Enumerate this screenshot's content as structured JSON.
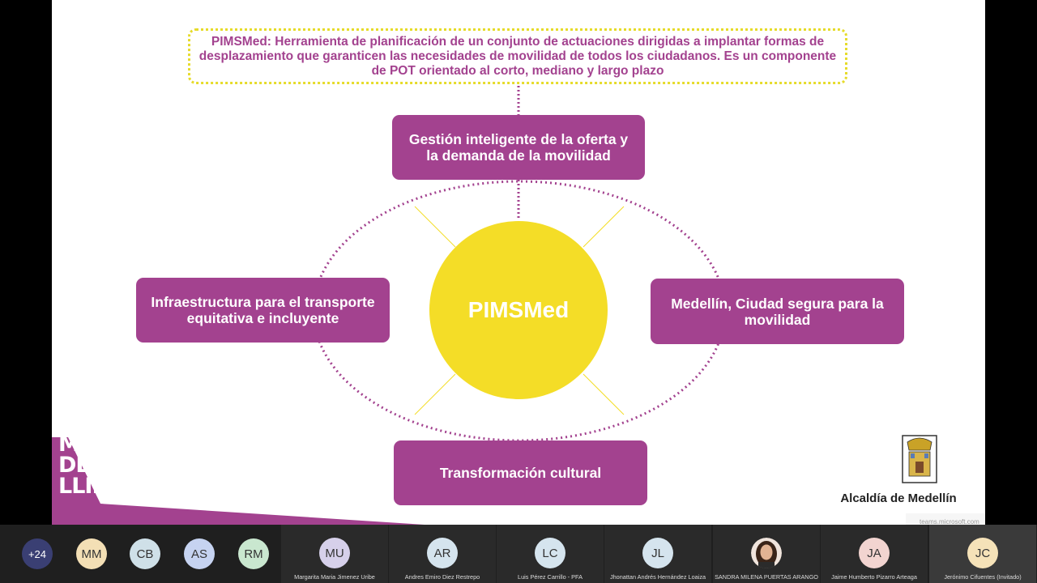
{
  "slide": {
    "banner_text": "PIMSMed: Herramienta de planificación de un conjunto de actuaciones dirigidas a implantar formas de desplazamiento que garanticen las necesidades de movilidad de todos los ciudadanos. Es un componente de POT orientado al corto, mediano y largo plazo",
    "center_label": "PIMSMed",
    "boxes": {
      "top": "Gestión inteligente de la oferta y la demanda de la movilidad",
      "left": "Infraestructura para el transporte equitativa e incluyente",
      "right": "Medellín, Ciudad segura para la movilidad",
      "bottom": "Transformación cultural"
    },
    "logo_left": "MEDELLÍN",
    "logo_right": "Alcaldía de Medellín",
    "teams_url": "teams.microsoft.com",
    "colors": {
      "purple": "#a3428f",
      "yellow": "#f4dd27"
    }
  },
  "participants": {
    "overflow_count": "+24",
    "bubbles": [
      {
        "initials": "MM",
        "color": "#f3dfb5"
      },
      {
        "initials": "CB",
        "color": "#cfe0e8"
      },
      {
        "initials": "AS",
        "color": "#c6d3f1"
      },
      {
        "initials": "RM",
        "color": "#c9e7cf"
      }
    ],
    "tiles": [
      {
        "initials": "MU",
        "name": "Margarita Maria Jimenez Uribe",
        "color": "#d6d0ea"
      },
      {
        "initials": "AR",
        "name": "Andres Emiro Diez Restrepo",
        "color": "#d5e4ee"
      },
      {
        "initials": "LC",
        "name": "Luis Pérez Carrillo - PFA",
        "color": "#d5e4ee"
      },
      {
        "initials": "JL",
        "name": "Jhonattan Andrés Hernández Loaiza",
        "color": "#d5e4ee"
      },
      {
        "initials": "",
        "name": "SANDRA MILENA PUERTAS ARANGO",
        "color": "#e9c9b6"
      },
      {
        "initials": "JA",
        "name": "Jaime Humberto Pizarro Arteaga",
        "color": "#f2d4d0"
      },
      {
        "initials": "JC",
        "name": "Jerónimo Cifuentes (Invitado)",
        "color": "#f5e2b8"
      }
    ]
  }
}
